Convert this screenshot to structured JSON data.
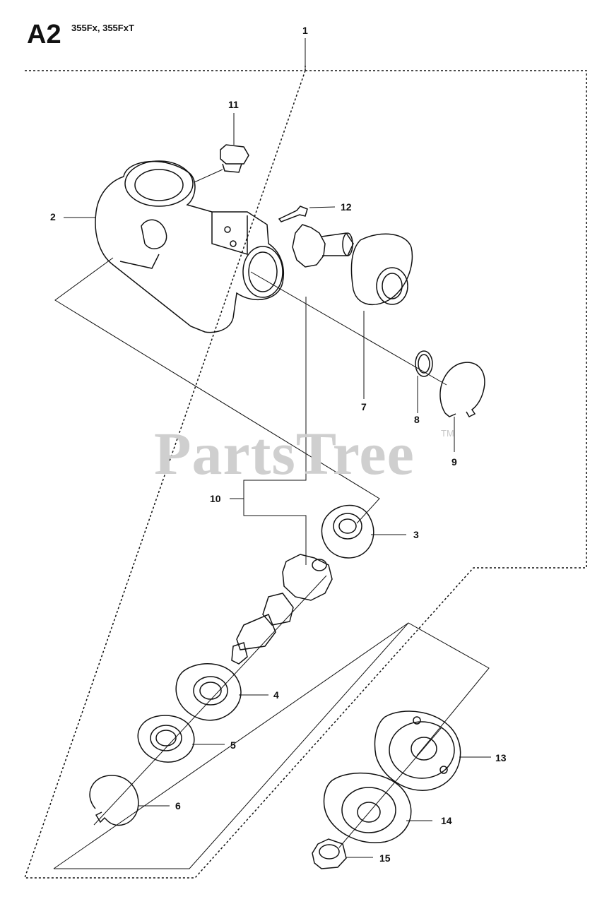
{
  "header": {
    "diagram_code": "A2",
    "models": "355Fx, 355FxT"
  },
  "watermark": {
    "text": "PartsTree",
    "tm": "TM"
  },
  "callouts": [
    {
      "id": "c1",
      "label": "1"
    },
    {
      "id": "c2",
      "label": "2"
    },
    {
      "id": "c3",
      "label": "3"
    },
    {
      "id": "c4",
      "label": "4"
    },
    {
      "id": "c5",
      "label": "5"
    },
    {
      "id": "c6",
      "label": "6"
    },
    {
      "id": "c7",
      "label": "7"
    },
    {
      "id": "c8",
      "label": "8"
    },
    {
      "id": "c9",
      "label": "9"
    },
    {
      "id": "c10",
      "label": "10"
    },
    {
      "id": "c11",
      "label": "11"
    },
    {
      "id": "c12",
      "label": "12"
    },
    {
      "id": "c13",
      "label": "13"
    },
    {
      "id": "c14",
      "label": "14"
    },
    {
      "id": "c15",
      "label": "15"
    }
  ]
}
